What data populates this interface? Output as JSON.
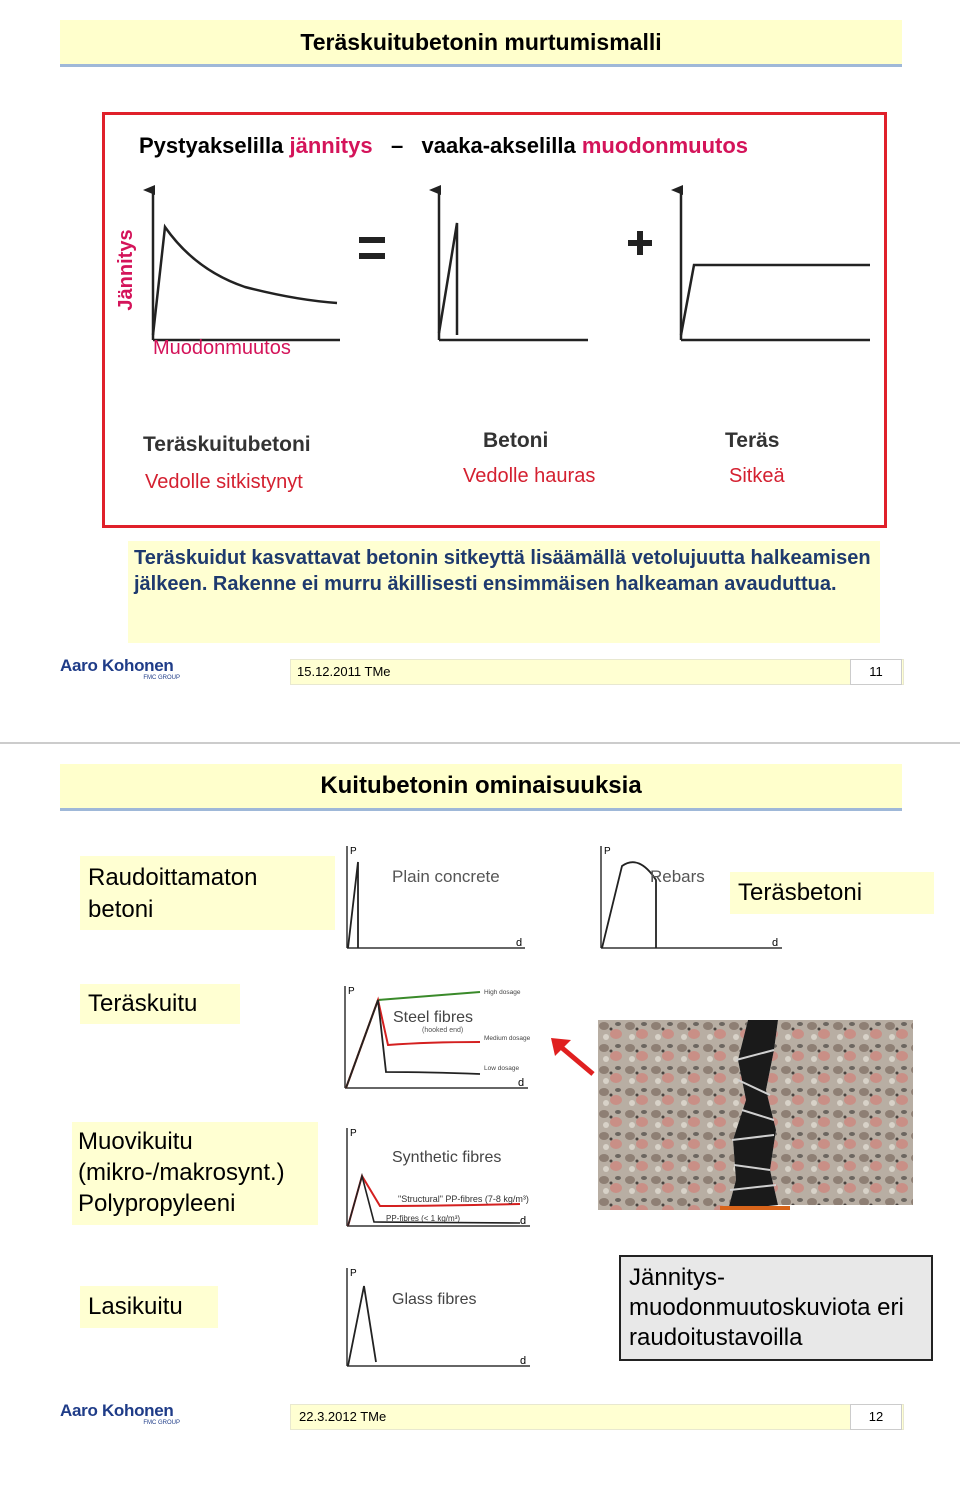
{
  "slide1": {
    "title": "Teräskuitubetonin murtumismalli",
    "heading_part1": "Pystyakselilla",
    "heading_part2": "jännitys",
    "heading_dash": "–",
    "heading_part3": "vaaka-akselilla",
    "heading_part4": "muodonmuutos",
    "y_axis_label": "Jännitys",
    "x_axis_label": "Muodonmuutos",
    "equals_sign": "=",
    "plus_sign": "+",
    "material_1": "Teräskuitubetoni",
    "material_2": "Betoni",
    "material_3": "Teräs",
    "property_1": "Vedolle sitkistynyt",
    "property_2": "Vedolle hauras",
    "property_3": "Sitkeä",
    "description": "Teräskuidut kasvattavat betonin sitkeyttä lisäämällä vetolujuutta halkeamisen jälkeen. Rakenne ei murru äkillisesti ensimmäisen halkeaman avauduttua.",
    "logo_text": "Aaro Kohonen",
    "logo_sub": "FMC GROUP",
    "footer_date": "15.12.2011",
    "footer_author": "TMe",
    "page_number": "11"
  },
  "slide2": {
    "title": "Kuitubetonin ominaisuuksia",
    "label_plain": "Raudoittamaton betoni",
    "label_rebar": "Teräsbetoni",
    "label_steel": "Teräskuitu",
    "label_plastic": "Muovikuitu (mikro-/makrosynt.) Polypropyleeni",
    "label_glass": "Lasikuitu",
    "caption": "Jännitys-muodonmuutoskuviota eri raudoitustavoilla",
    "axis_p": "P",
    "axis_d": "d",
    "chart_plain": "Plain concrete",
    "chart_rebars": "Rebars",
    "chart_steel": "Steel fibres",
    "chart_steel_sub": "(hooked end)",
    "chart_steel_high": "High dosage",
    "chart_steel_medium": "Medium dosage",
    "chart_steel_low": "Low dosage",
    "chart_synthetic": "Synthetic fibres",
    "chart_synthetic_structural": "\"Structural\" PP-fibres (7-8 kg/m³)",
    "chart_synthetic_pp": "PP-fibres (< 1 kg/m³)",
    "chart_glass": "Glass fibres",
    "logo_text": "Aaro Kohonen",
    "logo_sub": "FMC GROUP",
    "footer_date": "22.3.2012",
    "footer_author": "TMe",
    "page_number": "12"
  },
  "colors": {
    "red_accent": "#d4145a",
    "frame_red": "#e0202a",
    "cream": "#ffffd2",
    "logo_blue": "#1f3c88"
  }
}
